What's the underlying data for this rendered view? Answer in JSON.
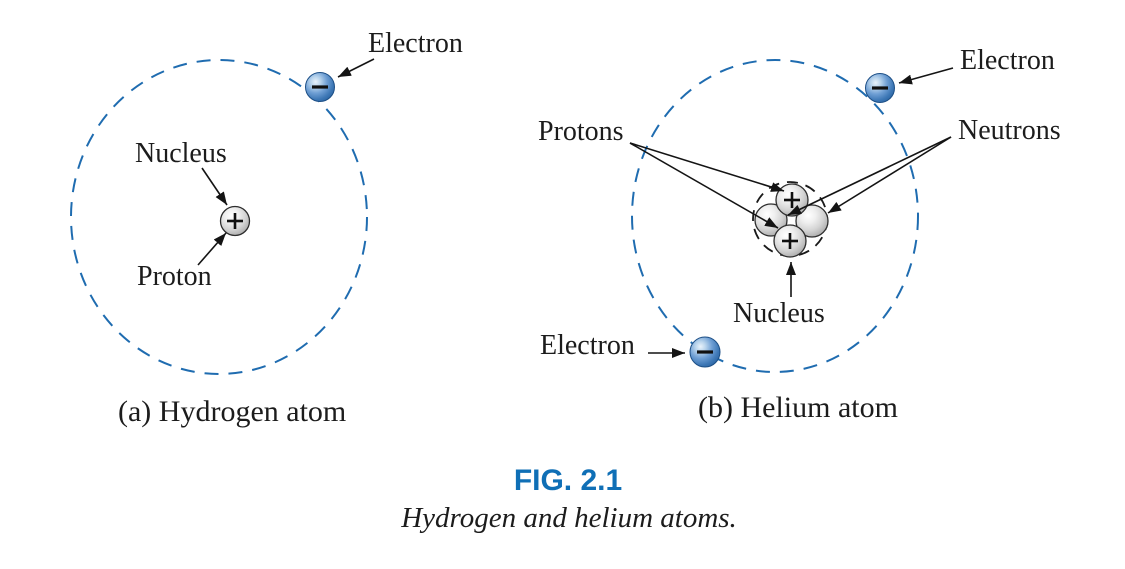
{
  "figure": {
    "number": "FIG. 2.1",
    "caption": "Hydrogen and helium atoms.",
    "panel_a": {
      "caption": "(a) Hydrogen atom",
      "labels": {
        "electron": "Electron",
        "nucleus": "Nucleus",
        "proton": "Proton"
      },
      "particles_shown": {
        "electrons": 1,
        "protons": 1,
        "neutrons": 0
      },
      "symbols": {
        "electron": "−",
        "proton": "+"
      }
    },
    "panel_b": {
      "caption": "(b) Helium atom",
      "labels": {
        "electron_top": "Electron",
        "electron_bottom": "Electron",
        "protons": "Protons",
        "neutrons": "Neutrons",
        "nucleus": "Nucleus"
      },
      "particles_shown": {
        "electrons": 2,
        "protons": 2,
        "neutrons": 2
      },
      "symbols": {
        "electron": "−",
        "proton": "+"
      }
    },
    "colors": {
      "orbit_blue": "#1f6cb0",
      "figure_number_blue": "#0f6fb6",
      "text_black": "#1c1c1c",
      "electron_blue": "#4a86c8",
      "nucleon_gray": "#d4d4d4"
    }
  }
}
